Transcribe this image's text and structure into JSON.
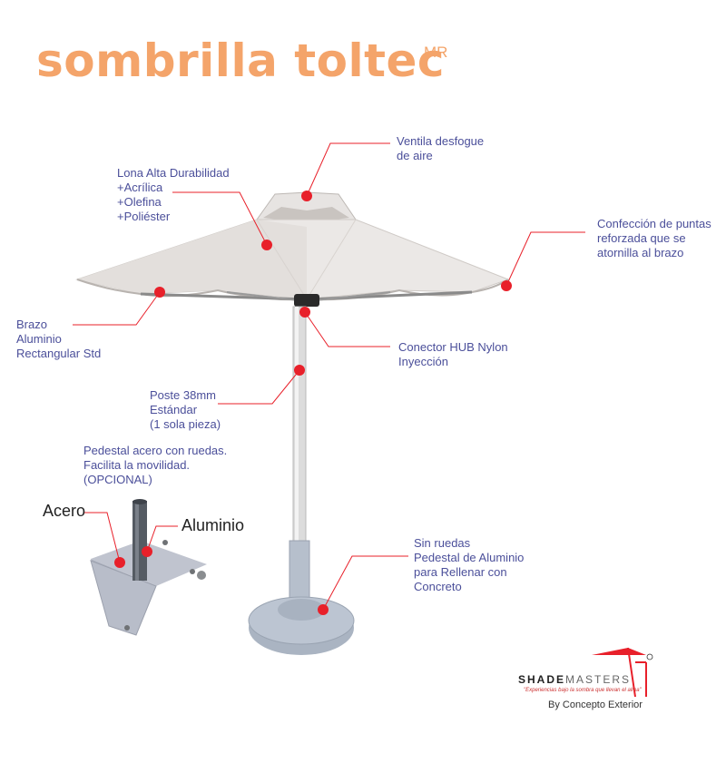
{
  "title": "sombrilla toltec",
  "trademark": "MR",
  "labels": {
    "vent": [
      "Ventila desfogue",
      "de aire"
    ],
    "canvas": [
      "Lona Alta Durabilidad",
      "+Acrílica",
      "+Olefina",
      "+Poliéster"
    ],
    "tips": [
      "Confección de puntas",
      "reforzada que se",
      "atornilla al brazo"
    ],
    "arm": [
      "Brazo",
      "Aluminio",
      "Rectangular Std"
    ],
    "hub": [
      "Conector HUB Nylon",
      "Inyección"
    ],
    "pole": [
      "Poste 38mm",
      "Estándar",
      "(1 sola pieza)"
    ],
    "pedestal_wheels": [
      "Pedestal acero con ruedas.",
      "Facilita la movilidad.",
      "(OPCIONAL)"
    ],
    "no_wheels": [
      "Sin ruedas",
      "Pedestal de Aluminio",
      "para Rellenar con",
      "Concreto"
    ]
  },
  "material_labels": {
    "steel": "Acero",
    "aluminum": "Aluminio"
  },
  "logo": {
    "brand_bold": "SHADE",
    "brand_light": "MASTERS",
    "tagline": "\"Experiencias bajo la sombra que llevan el alma\"",
    "byline": "By Concepto Exterior"
  },
  "colors": {
    "title": "#f4a46a",
    "label_text": "#4b4f9a",
    "callout": "#e8202a"
  }
}
